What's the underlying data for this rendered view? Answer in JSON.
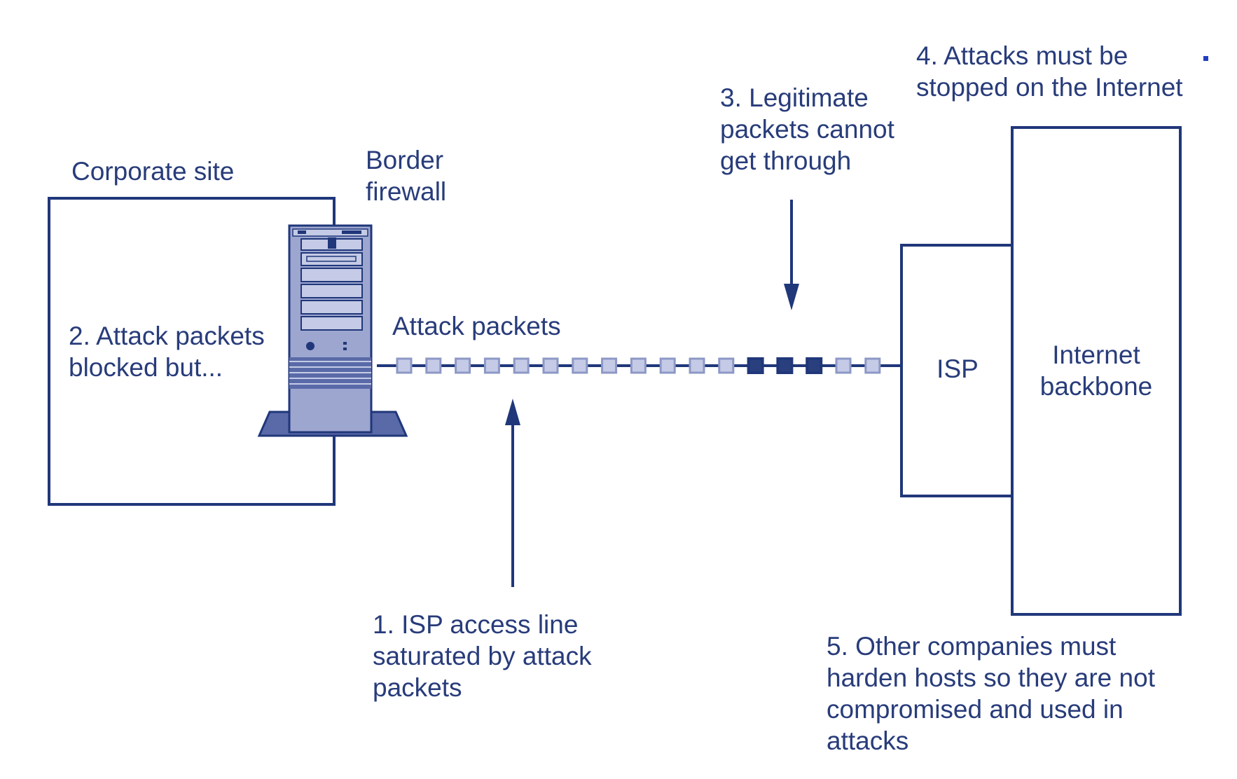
{
  "colors": {
    "outline": "#20377a",
    "text": "#283c7a",
    "server_body": "#9da6cf",
    "server_panel": "#c5cbe6",
    "packet_light_fill": "#c5cbe6",
    "packet_light_stroke": "#8d98c6",
    "packet_dark_fill": "#2a3f7d",
    "packet_dark_stroke": "#20377a",
    "background": "#ffffff"
  },
  "labels": {
    "corporate_site": "Corporate site",
    "border_firewall": "Border\nfirewall",
    "attack_packets": "Attack packets",
    "step1": "1. ISP access line\nsaturated by attack\npackets",
    "step2": "2. Attack packets\nblocked but...",
    "step3": "3. Legitimate\npackets cannot\nget through",
    "step4": "4. Attacks must be\nstopped on the Internet",
    "step5": "5. Other companies must\nharden hosts so they are not\ncompromised and used in\nattacks",
    "isp": "ISP",
    "internet_backbone": "Internet\nbackbone"
  },
  "icons": {
    "firewall": "server-tower-icon"
  },
  "packets": {
    "sequence": [
      "light",
      "light",
      "light",
      "light",
      "light",
      "light",
      "light",
      "light",
      "light",
      "light",
      "light",
      "light",
      "dark",
      "dark",
      "dark",
      "light",
      "light"
    ]
  }
}
